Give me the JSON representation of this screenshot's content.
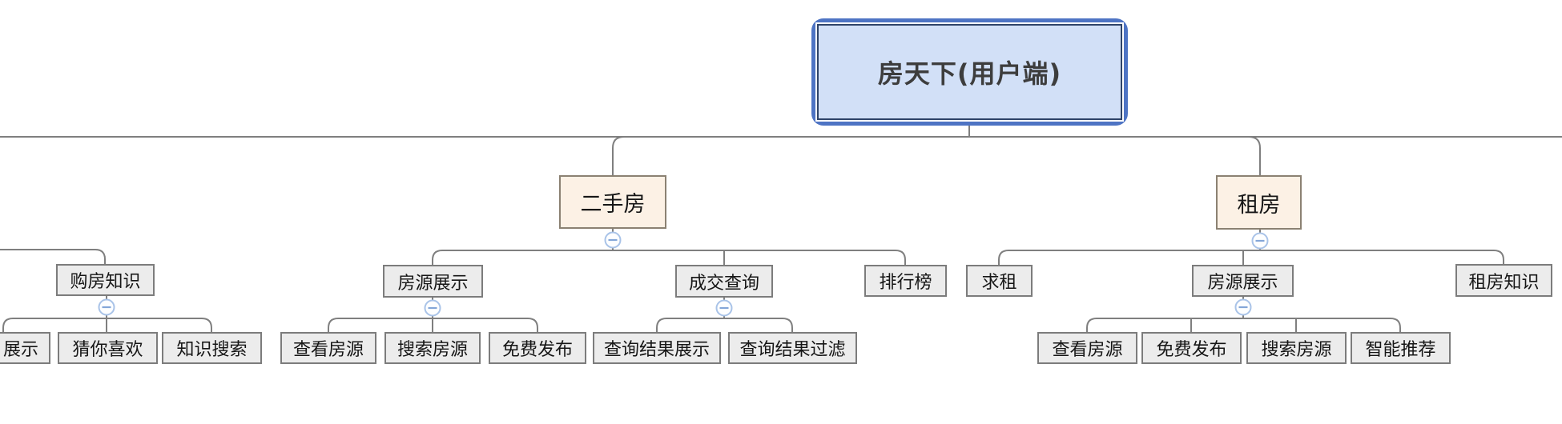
{
  "app": {
    "view": "mind-map-canvas"
  },
  "colors": {
    "root_fill": "#d2e0f7",
    "root_outer_border": "#4e74c4",
    "root_inner_border": "#2e4368",
    "branch_fill": "#fcf1e5",
    "branch_border": "#8b8172",
    "node_fill": "#ececec",
    "node_border": "#7c7c7c",
    "connector": "#7f7f7f",
    "collapse_ring": "#a9c3e8",
    "collapse_glyph": "#84a6d8"
  },
  "collapse_buttons": {
    "glyph": "−",
    "count": 6
  },
  "tree": {
    "label": "房天下(用户端)",
    "children": [
      {
        "label": "二手房",
        "children": [
          {
            "label": "房源展示",
            "children": [
              {
                "label": "查看房源"
              },
              {
                "label": "搜索房源"
              },
              {
                "label": "免费发布"
              }
            ]
          },
          {
            "label": "成交查询",
            "children": [
              {
                "label": "查询结果展示"
              },
              {
                "label": "查询结果过滤"
              }
            ]
          },
          {
            "label": "排行榜",
            "children": []
          }
        ]
      },
      {
        "label": "租房",
        "children": [
          {
            "label": "求租",
            "children": []
          },
          {
            "label": "房源展示",
            "children": [
              {
                "label": "查看房源"
              },
              {
                "label": "免费发布"
              },
              {
                "label": "搜索房源"
              },
              {
                "label": "智能推荐"
              }
            ]
          },
          {
            "label": "租房知识",
            "children": []
          }
        ]
      }
    ]
  },
  "left_partial_branch": {
    "label": "购房知识",
    "children": [
      {
        "label": "展示"
      },
      {
        "label": "猜你喜欢"
      },
      {
        "label": "知识搜索"
      }
    ]
  }
}
